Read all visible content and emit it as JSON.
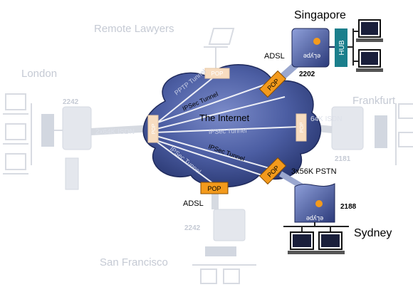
{
  "cloud_label": "The Internet",
  "sites": {
    "singapore": {
      "name": "Singapore",
      "device": "2202",
      "link": "ADSL"
    },
    "sydney": {
      "name": "Sydney",
      "device": "2188",
      "link": "3x56K PSTN"
    },
    "london": {
      "name": "London",
      "device": "2242",
      "link": "2x64K ISDN"
    },
    "frankfurt": {
      "name": "Frankfurt",
      "device": "2181",
      "link": "64K ISDN"
    },
    "remote_lawyers": {
      "name": "Remote Lawyers"
    },
    "san_francisco": {
      "name": "San Francisco",
      "device": "2242",
      "link": "ADSL"
    }
  },
  "pop_label": "POP",
  "hub_label": "HUB",
  "tunnels": {
    "pptp": "PPTP Tunnel",
    "ipsec": "IPSec Tunnel"
  },
  "colors": {
    "cloud": "#3d4f93",
    "pop_active": "#f39a1c",
    "hub_active": "#1b7f8c",
    "faded": "#c7ccd6"
  }
}
